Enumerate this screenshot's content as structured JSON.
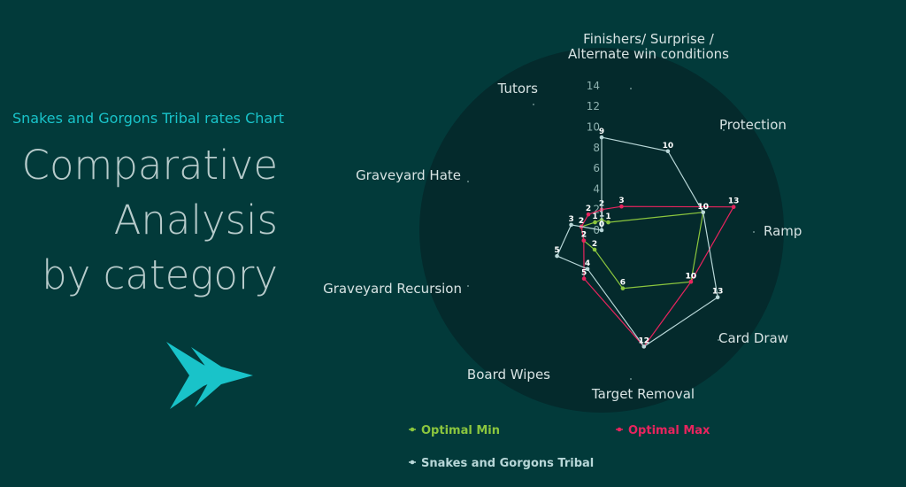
{
  "page": {
    "subtitle": "Snakes and Gorgons Tribal rates Chart",
    "heading_lines": [
      "Comparative",
      "Analysis",
      "by category"
    ]
  },
  "colors": {
    "background": "#023a3a",
    "radar_disc": "#042a2c",
    "optimal_min": "#8bc63e",
    "optimal_max": "#e8245e",
    "snakes": "#b8d7d8",
    "accent": "#19c3c9"
  },
  "icons": {
    "arrow": "double-chevron-arrow-icon"
  },
  "chart_data": {
    "type": "radar",
    "axes": [
      [
        "Finishers/ Surprise /",
        "Alternate win conditions"
      ],
      [
        "Protection"
      ],
      [
        "Ramp"
      ],
      [
        "Card Draw"
      ],
      [
        "Target Removal"
      ],
      [
        "Board Wipes"
      ],
      [
        "Graveyard Recursion"
      ],
      [
        "Graveyard Hate"
      ],
      [
        "Tutors"
      ]
    ],
    "r_ticks": [
      0,
      2,
      4,
      6,
      8,
      10,
      12,
      14
    ],
    "r_range": [
      0,
      14
    ],
    "series": [
      {
        "name": "Optimal Min",
        "color": "#8bc63e",
        "values": [
          1,
          1,
          10,
          10,
          6,
          2,
          2,
          2,
          1
        ]
      },
      {
        "name": "Optimal Max",
        "color": "#e8245e",
        "values": [
          2,
          3,
          13,
          10,
          12,
          5,
          2,
          2,
          2
        ]
      },
      {
        "name": "Snakes and Gorgons Tribal",
        "color": "#b8d7d8",
        "values": [
          9,
          10,
          10,
          13,
          12,
          4,
          5,
          3,
          0
        ]
      }
    ],
    "legend_position": "bottom"
  }
}
